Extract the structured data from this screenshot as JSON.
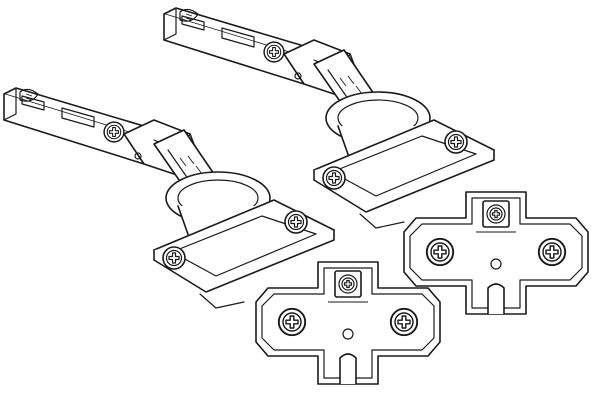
{
  "figure": {
    "background": "#ffffff",
    "line_color": "#1a1a1a",
    "parts": [
      {
        "name": "concealed-hinge",
        "count": 2,
        "icon": "hinge-icon"
      },
      {
        "name": "cruciform-mounting-plate",
        "count": 2,
        "icon": "mounting-plate-icon"
      }
    ]
  }
}
